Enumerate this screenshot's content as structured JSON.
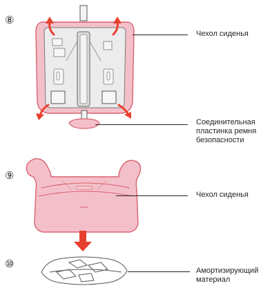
{
  "steps": [
    {
      "number": "⑧",
      "labels": [
        "Чехол сиденья",
        "Соединительная пластинка ремня безопасности"
      ]
    },
    {
      "number": "⑨",
      "labels": [
        "Чехол сиденья"
      ]
    },
    {
      "number": "⑩",
      "labels": [
        "Амортизирующий материал"
      ]
    }
  ],
  "colors": {
    "cover_pink": "#f0b3bf",
    "cover_outline": "#d9606f",
    "frame_gray": "#e7e7e7",
    "arrow_red": "#e8402e",
    "line": "#231f20"
  }
}
